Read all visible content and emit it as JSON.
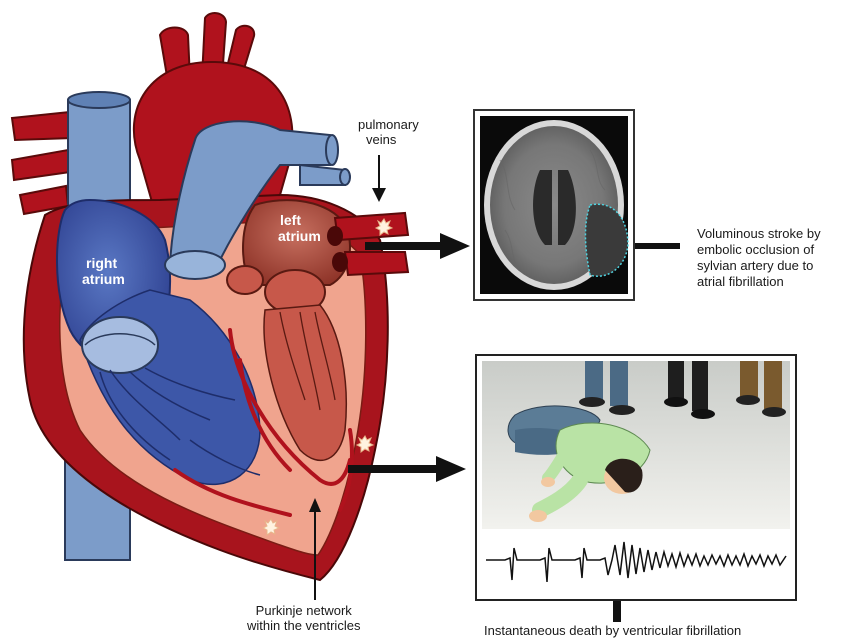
{
  "labels": {
    "pulmonary_veins": [
      "pulmonary",
      "veins"
    ],
    "left_atrium": [
      "left",
      "atrium"
    ],
    "right_atrium": [
      "right",
      "atrium"
    ],
    "stroke_caption": [
      "Voluminous stroke by",
      "embolic occlusion of",
      "sylvian artery due to",
      "atrial fibrillation"
    ],
    "purkinje": [
      "Purkinje network",
      "within the ventricles"
    ],
    "death_caption": "Instantaneous death by ventricular fibrillation"
  },
  "colors": {
    "artery_red": "#b0121d",
    "vein_blue": "#7c9cc9",
    "atrium_blue": "#3d57a8",
    "chamber_pink": "#f0a48e",
    "wall_red": "#c0392b"
  }
}
